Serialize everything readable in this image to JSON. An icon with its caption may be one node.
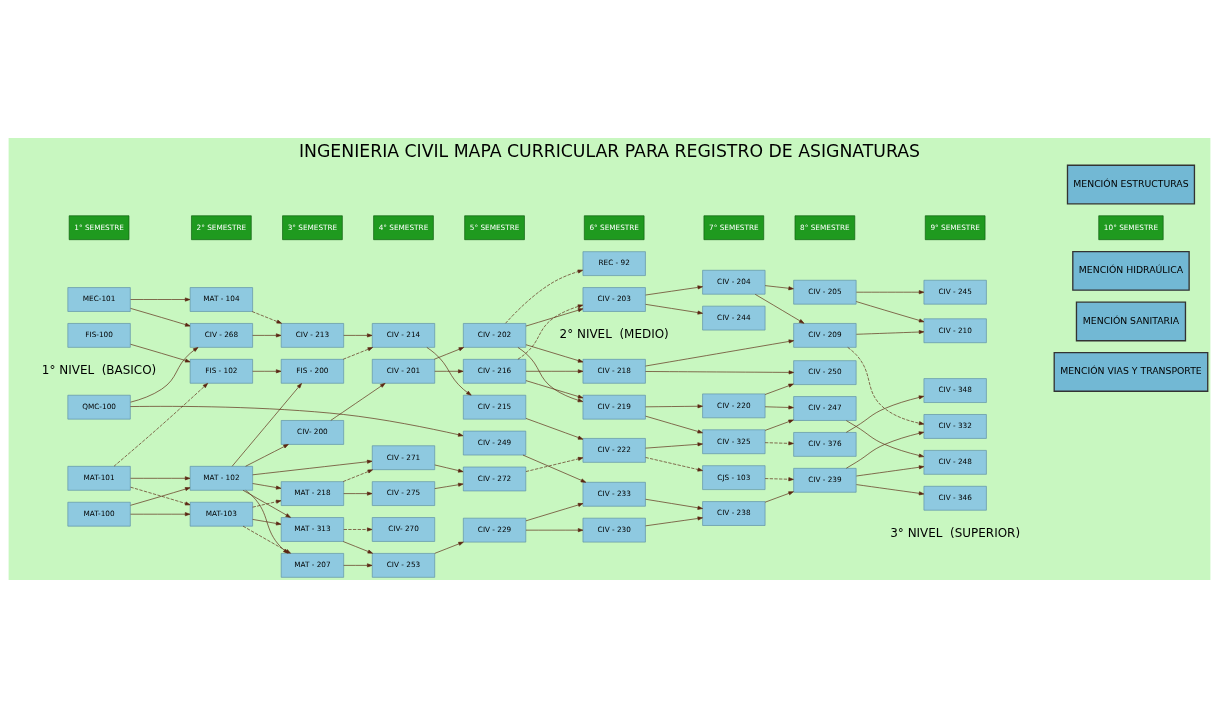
{
  "diagram": {
    "title": "INGENIERIA CIVIL MAPA CURRICULAR PARA REGISTRO DE ASIGNATURAS",
    "nodes": [
      {
        "text": [
          "1° SEMESTRE"
        ]
      },
      {
        "text": [
          "2° SEMESTRE"
        ]
      },
      {
        "text": [
          "3° SEMESTRE"
        ]
      },
      {
        "text": [
          "4° SEMESTRE"
        ]
      },
      {
        "text": [
          "5° SEMESTRE"
        ]
      },
      {
        "text": [
          "6° SEMESTRE"
        ]
      },
      {
        "text": [
          "7° SEMESTRE"
        ]
      },
      {
        "text": [
          "8° SEMESTRE"
        ]
      },
      {
        "text": [
          "9° SEMESTRE"
        ]
      },
      {
        "text": [
          "10° SEMESTRE"
        ]
      },
      {
        "text": [
          "MAT-100"
        ]
      },
      {
        "text": [
          "MAT-101"
        ]
      },
      {
        "text": [
          "FIS-100"
        ]
      },
      {
        "text": [
          "MEC-101"
        ]
      },
      {
        "text": [
          "QMC-100"
        ]
      },
      {
        "text": [
          "MAT-103"
        ]
      },
      {
        "text": [
          "MAT - 102"
        ]
      },
      {
        "text": [
          "FIS - 102"
        ]
      },
      {
        "text": [
          "CIV - 268"
        ]
      },
      {
        "text": [
          "MAT - 104"
        ]
      },
      {
        "text": [
          "MAT - 207"
        ]
      },
      {
        "text": [
          "MAT - 313"
        ]
      },
      {
        "text": [
          "MAT - 218"
        ]
      },
      {
        "text": [
          "FIS - 200"
        ]
      },
      {
        "text": [
          "CIV- 200"
        ]
      },
      {
        "text": [
          "CIV - 213"
        ]
      },
      {
        "text": [
          "CIV - 253"
        ]
      },
      {
        "text": [
          "CIV - 275"
        ]
      },
      {
        "text": [
          "CIV - 271"
        ]
      },
      {
        "text": [
          "CIV- 270"
        ]
      },
      {
        "text": [
          "CIV - 201"
        ]
      },
      {
        "text": [
          "CIV - 214"
        ]
      },
      {
        "text": [
          "CIV - 229"
        ]
      },
      {
        "text": [
          "CIV - 249"
        ]
      },
      {
        "text": [
          "CIV - 272"
        ]
      },
      {
        "text": [
          "CIV - 216"
        ]
      },
      {
        "text": [
          "CIV - 202"
        ]
      },
      {
        "text": [
          "CIV - 215"
        ]
      },
      {
        "text": [
          "CIV - 230"
        ]
      },
      {
        "text": [
          "CIV - 233"
        ]
      },
      {
        "text": [
          "CIV - 218"
        ]
      },
      {
        "text": [
          "CIV - 219"
        ]
      },
      {
        "text": [
          "CIV - 203"
        ]
      },
      {
        "text": [
          "CIV - 222"
        ]
      },
      {
        "text": [
          "REC - 92"
        ]
      },
      {
        "text": [
          "CIV - 238"
        ]
      },
      {
        "text": [
          "CJS - 103"
        ]
      },
      {
        "text": [
          "CIV - 244"
        ]
      },
      {
        "text": [
          "CIV - 220"
        ]
      },
      {
        "text": [
          "CIV - 204"
        ]
      },
      {
        "text": [
          "CIV - 325"
        ]
      },
      {
        "text": [
          "CIV - 239"
        ]
      },
      {
        "text": [
          "CIV - 209"
        ]
      },
      {
        "text": [
          "CIV - 376"
        ]
      },
      {
        "text": [
          "CIV - 250"
        ]
      },
      {
        "text": [
          "CIV - 205"
        ]
      },
      {
        "text": [
          "CIV - 247"
        ]
      },
      {
        "text": [
          "CIV - 332"
        ]
      },
      {
        "text": [
          "CIV - 210"
        ]
      },
      {
        "text": [
          "CIV - 348"
        ]
      },
      {
        "text": [
          "CIV - 346"
        ]
      },
      {
        "text": [
          "CIV - 245"
        ]
      },
      {
        "text": [
          "CIV - 248"
        ]
      },
      {
        "text": [
          "MENCIÓN ESTRUCTURAS"
        ]
      },
      {
        "text": [
          "MENCIÓN HIDRAÚLICA"
        ]
      },
      {
        "text": [
          "MENCIÓN SANITARIA"
        ]
      },
      {
        "text": [
          "MENCIÓN VIAS Y TRANSPORTE"
        ]
      }
    ],
    "edges": [
      {
        "from": 10,
        "to": 15,
        "arrow": "to"
      },
      {
        "from": 10,
        "to": 16,
        "arrow": "to"
      },
      {
        "from": 11,
        "to": 16,
        "arrow": "to"
      },
      {
        "from": 11,
        "to": 15,
        "arrow": "to",
        "style": "dashed"
      },
      {
        "from": 11,
        "to": 17,
        "arrow": "to",
        "style": "dashed"
      },
      {
        "from": 12,
        "to": 17,
        "arrow": "to"
      },
      {
        "from": 13,
        "to": 18,
        "arrow": "to"
      },
      {
        "from": 13,
        "to": 19,
        "arrow": "to"
      },
      {
        "from": 14,
        "to": 18,
        "arrow": "to"
      },
      {
        "from": 14,
        "to": 33,
        "arrow": "to"
      },
      {
        "from": 15,
        "to": 20,
        "arrow": "to",
        "style": "dashed"
      },
      {
        "from": 15,
        "to": 21,
        "arrow": "to"
      },
      {
        "from": 15,
        "to": 22,
        "arrow": "to",
        "style": "dashed"
      },
      {
        "from": 16,
        "to": 20,
        "arrow": "to"
      },
      {
        "from": 16,
        "to": 21,
        "arrow": "to"
      },
      {
        "from": 16,
        "to": 22,
        "arrow": "to"
      },
      {
        "from": 16,
        "to": 28,
        "arrow": "to"
      },
      {
        "from": 16,
        "to": 23,
        "arrow": "to"
      },
      {
        "from": 16,
        "to": 24,
        "arrow": "to"
      },
      {
        "from": 17,
        "to": 23,
        "arrow": "to"
      },
      {
        "from": 18,
        "to": 25,
        "arrow": "to"
      },
      {
        "from": 19,
        "to": 25,
        "arrow": "to",
        "style": "dashed"
      },
      {
        "from": 20,
        "to": 26,
        "arrow": "to"
      },
      {
        "from": 21,
        "to": 26,
        "arrow": "to"
      },
      {
        "from": 21,
        "to": 29,
        "arrow": "to",
        "style": "dashed"
      },
      {
        "from": 22,
        "to": 27,
        "arrow": "to"
      },
      {
        "from": 22,
        "to": 28,
        "arrow": "to",
        "style": "dashed"
      },
      {
        "from": 23,
        "to": 31,
        "arrow": "to",
        "style": "dashed"
      },
      {
        "from": 24,
        "to": 30,
        "arrow": "to"
      },
      {
        "from": 25,
        "to": 31,
        "arrow": "to"
      },
      {
        "from": 26,
        "to": 32,
        "arrow": "to"
      },
      {
        "from": 27,
        "to": 34,
        "arrow": "to"
      },
      {
        "from": 28,
        "to": 34,
        "arrow": "to"
      },
      {
        "from": 30,
        "to": 35,
        "arrow": "to"
      },
      {
        "from": 30,
        "to": 36,
        "arrow": "to"
      },
      {
        "from": 31,
        "to": 37,
        "arrow": "to"
      },
      {
        "from": 32,
        "to": 38,
        "arrow": "to"
      },
      {
        "from": 32,
        "to": 39,
        "arrow": "to"
      },
      {
        "from": 33,
        "to": 39,
        "arrow": "to"
      },
      {
        "from": 34,
        "to": 43,
        "arrow": "to",
        "style": "dashed"
      },
      {
        "from": 35,
        "to": 40,
        "arrow": "to"
      },
      {
        "from": 35,
        "to": 41,
        "arrow": "to"
      },
      {
        "from": 35,
        "to": 42,
        "arrow": "to",
        "style": "dashed"
      },
      {
        "from": 36,
        "to": 40,
        "arrow": "to"
      },
      {
        "from": 36,
        "to": 41,
        "arrow": "to"
      },
      {
        "from": 36,
        "to": 42,
        "arrow": "to"
      },
      {
        "from": 36,
        "to": 44,
        "arrow": "to",
        "style": "dashed"
      },
      {
        "from": 37,
        "to": 43,
        "arrow": "to"
      },
      {
        "from": 38,
        "to": 45,
        "arrow": "to"
      },
      {
        "from": 39,
        "to": 45,
        "arrow": "to"
      },
      {
        "from": 40,
        "to": 52,
        "arrow": "to"
      },
      {
        "from": 40,
        "to": 54,
        "arrow": "to"
      },
      {
        "from": 41,
        "to": 48,
        "arrow": "to"
      },
      {
        "from": 41,
        "to": 50,
        "arrow": "to"
      },
      {
        "from": 42,
        "to": 49,
        "arrow": "to"
      },
      {
        "from": 42,
        "to": 47,
        "arrow": "to"
      },
      {
        "from": 43,
        "to": 50,
        "arrow": "to"
      },
      {
        "from": 43,
        "to": 46,
        "arrow": "to",
        "style": "dashed"
      },
      {
        "from": 45,
        "to": 51,
        "arrow": "to"
      },
      {
        "from": 46,
        "to": 51,
        "arrow": "to",
        "style": "dashed"
      },
      {
        "from": 48,
        "to": 54,
        "arrow": "to"
      },
      {
        "from": 48,
        "to": 56,
        "arrow": "to"
      },
      {
        "from": 49,
        "to": 55,
        "arrow": "to"
      },
      {
        "from": 49,
        "to": 52,
        "arrow": "to"
      },
      {
        "from": 50,
        "to": 56,
        "arrow": "to"
      },
      {
        "from": 50,
        "to": 53,
        "arrow": "to",
        "style": "dashed"
      },
      {
        "from": 51,
        "to": 57,
        "arrow": "to"
      },
      {
        "from": 51,
        "to": 60,
        "arrow": "to"
      },
      {
        "from": 51,
        "to": 62,
        "arrow": "to"
      },
      {
        "from": 52,
        "to": 58,
        "arrow": "to"
      },
      {
        "from": 52,
        "to": 57,
        "arrow": "to",
        "style": "dashed"
      },
      {
        "from": 53,
        "to": 59,
        "arrow": "to"
      },
      {
        "from": 55,
        "to": 61,
        "arrow": "to"
      },
      {
        "from": 55,
        "to": 58,
        "arrow": "to"
      },
      {
        "from": 56,
        "to": 62,
        "arrow": "to"
      }
    ],
    "labels": [
      "1° NIVEL  (BASICO)",
      "2° NIVEL  (MEDIO)",
      "3° NIVEL  (SUPERIOR)"
    ]
  }
}
